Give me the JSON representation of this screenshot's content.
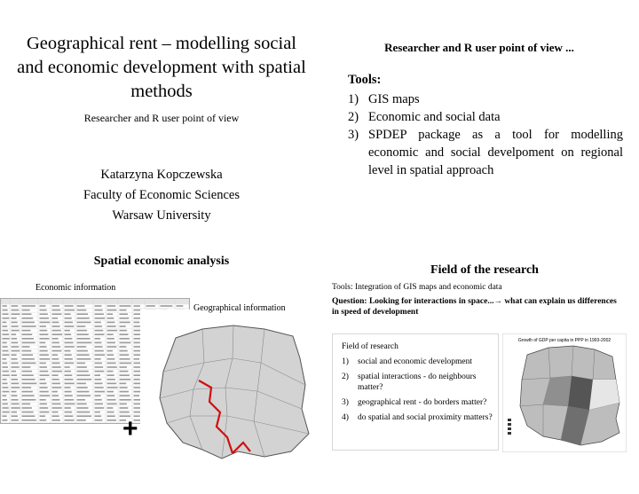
{
  "left": {
    "title": "Geographical rent – modelling social and economic development with spatial methods",
    "subtitle": "Researcher and R user point of view",
    "author": [
      "Katarzyna Kopczewska",
      "Faculty of Economic Sciences",
      "Warsaw University"
    ],
    "section_heading": "Spatial economic analysis",
    "economic_label": "Economic information",
    "geographic_label": "Geographical information",
    "plus": "+"
  },
  "right": {
    "heading": "Researcher and R user point of view ...",
    "tools_label": "Tools:",
    "tools": [
      {
        "num": "1)",
        "text": "GIS maps"
      },
      {
        "num": "2)",
        "text": "Economic and social data"
      },
      {
        "num": "3)",
        "text": "SPDEP package as a tool for modelling economic and social develpoment on regional level in spatial approach"
      }
    ]
  },
  "field": {
    "heading": "Field of the research",
    "tools_line": "Tools: Integration of GIS maps and economic data",
    "question_label": "Question:",
    "question_text": "Looking for interactions in space...→ what can explain us differences in speed of development",
    "box_label": "Field of research",
    "items": [
      {
        "num": "1)",
        "text": "social and economic development"
      },
      {
        "num": "2)",
        "text": "spatial interactions - do neighbours matter?"
      },
      {
        "num": "3)",
        "text": "geographical rent - do borders matter?"
      },
      {
        "num": "4)",
        "text": "do spatial and social proximity matters?"
      }
    ],
    "map_title": "Growth of GDP per capita in PPP in 1993-2002"
  },
  "colors": {
    "background": "#ffffff",
    "text": "#000000",
    "border_route": "#d01010",
    "map_fill": "#d3d3d3"
  }
}
